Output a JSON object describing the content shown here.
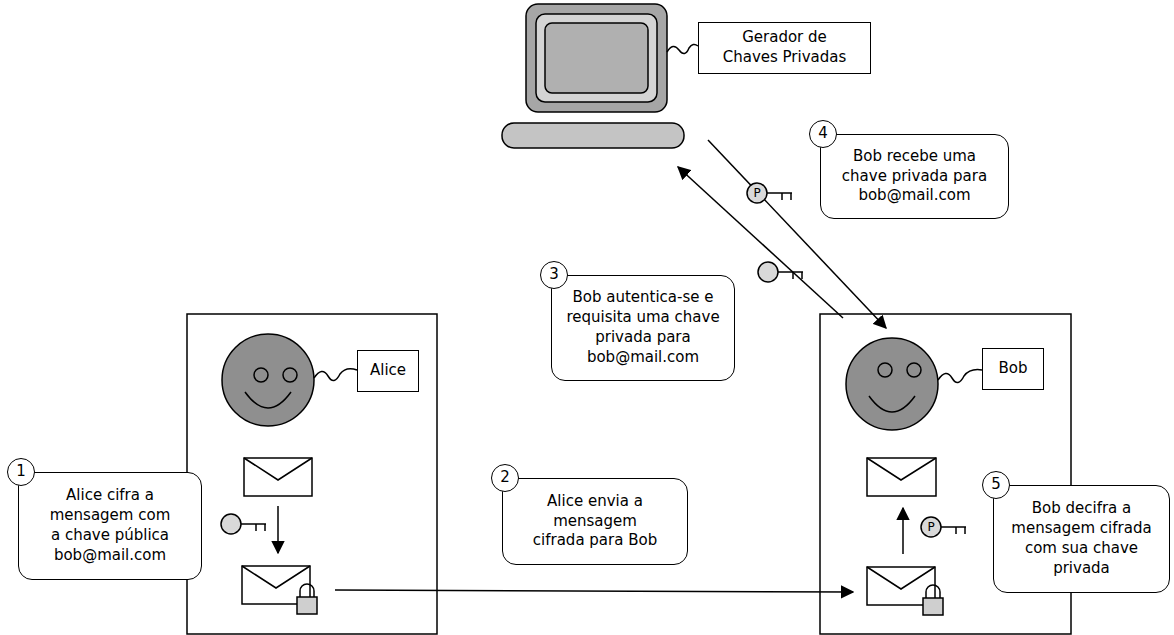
{
  "diagram": {
    "nodes": [
      {
        "text": [
          "Gerador de Chaves Privadas"
        ]
      },
      {
        "text": [
          "Alice"
        ]
      },
      {
        "text": [
          "Bob"
        ]
      },
      {
        "text": [
          "1",
          "Alice cifra a mensagem com a chave pública bob@mail.com"
        ]
      },
      {
        "text": [
          "2",
          "Alice envia a mensagem cifrada para Bob"
        ]
      },
      {
        "text": [
          "3",
          "Bob autentica-se e requisita uma chave privada para bob@mail.com"
        ]
      },
      {
        "text": [
          "4",
          "Bob recebe uma chave privada para bob@mail.com"
        ]
      },
      {
        "text": [
          "5",
          "Bob decifra a mensagem cifrada com sua chave privada"
        ]
      }
    ],
    "labels": [
      "P",
      "P"
    ]
  }
}
